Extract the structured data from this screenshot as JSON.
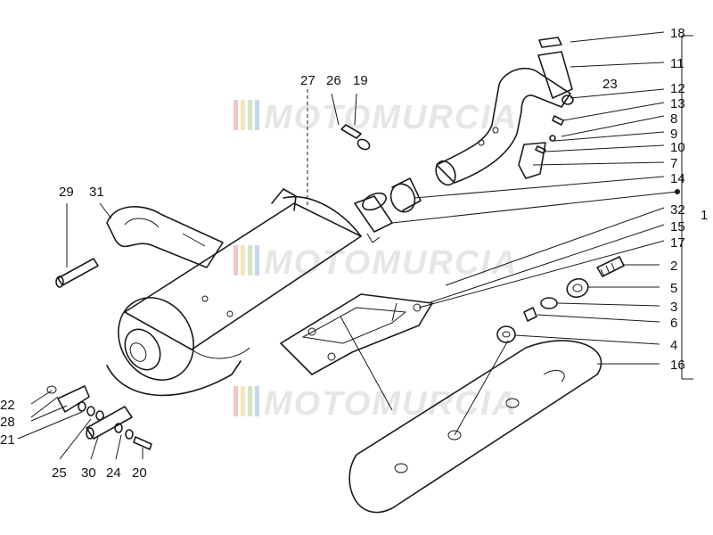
{
  "watermark": {
    "text": "MOTOMURCIA"
  },
  "callouts": {
    "n1": "1",
    "n2": "2",
    "n3": "3",
    "n4": "4",
    "n5": "5",
    "n6": "6",
    "n7": "7",
    "n8": "8",
    "n9": "9",
    "n10": "10",
    "n11": "11",
    "n12": "12",
    "n13": "13",
    "n14": "14",
    "n15": "15",
    "n16": "16",
    "n17": "17",
    "n18": "18",
    "n19": "19",
    "n20": "20",
    "n21": "21",
    "n22": "22",
    "n23": "23",
    "n24": "24",
    "n25": "25",
    "n26": "26",
    "n27": "27",
    "n28": "28",
    "n29": "29",
    "n30": "30",
    "n31": "31",
    "n32": "32"
  },
  "colors": {
    "stroke": "#1a1a1a",
    "watermark": "#e6e6e6",
    "watermark_stripes": [
      "#f2c6c6",
      "#f5e6b5",
      "#cfe6c6",
      "#c6d6ef"
    ]
  }
}
